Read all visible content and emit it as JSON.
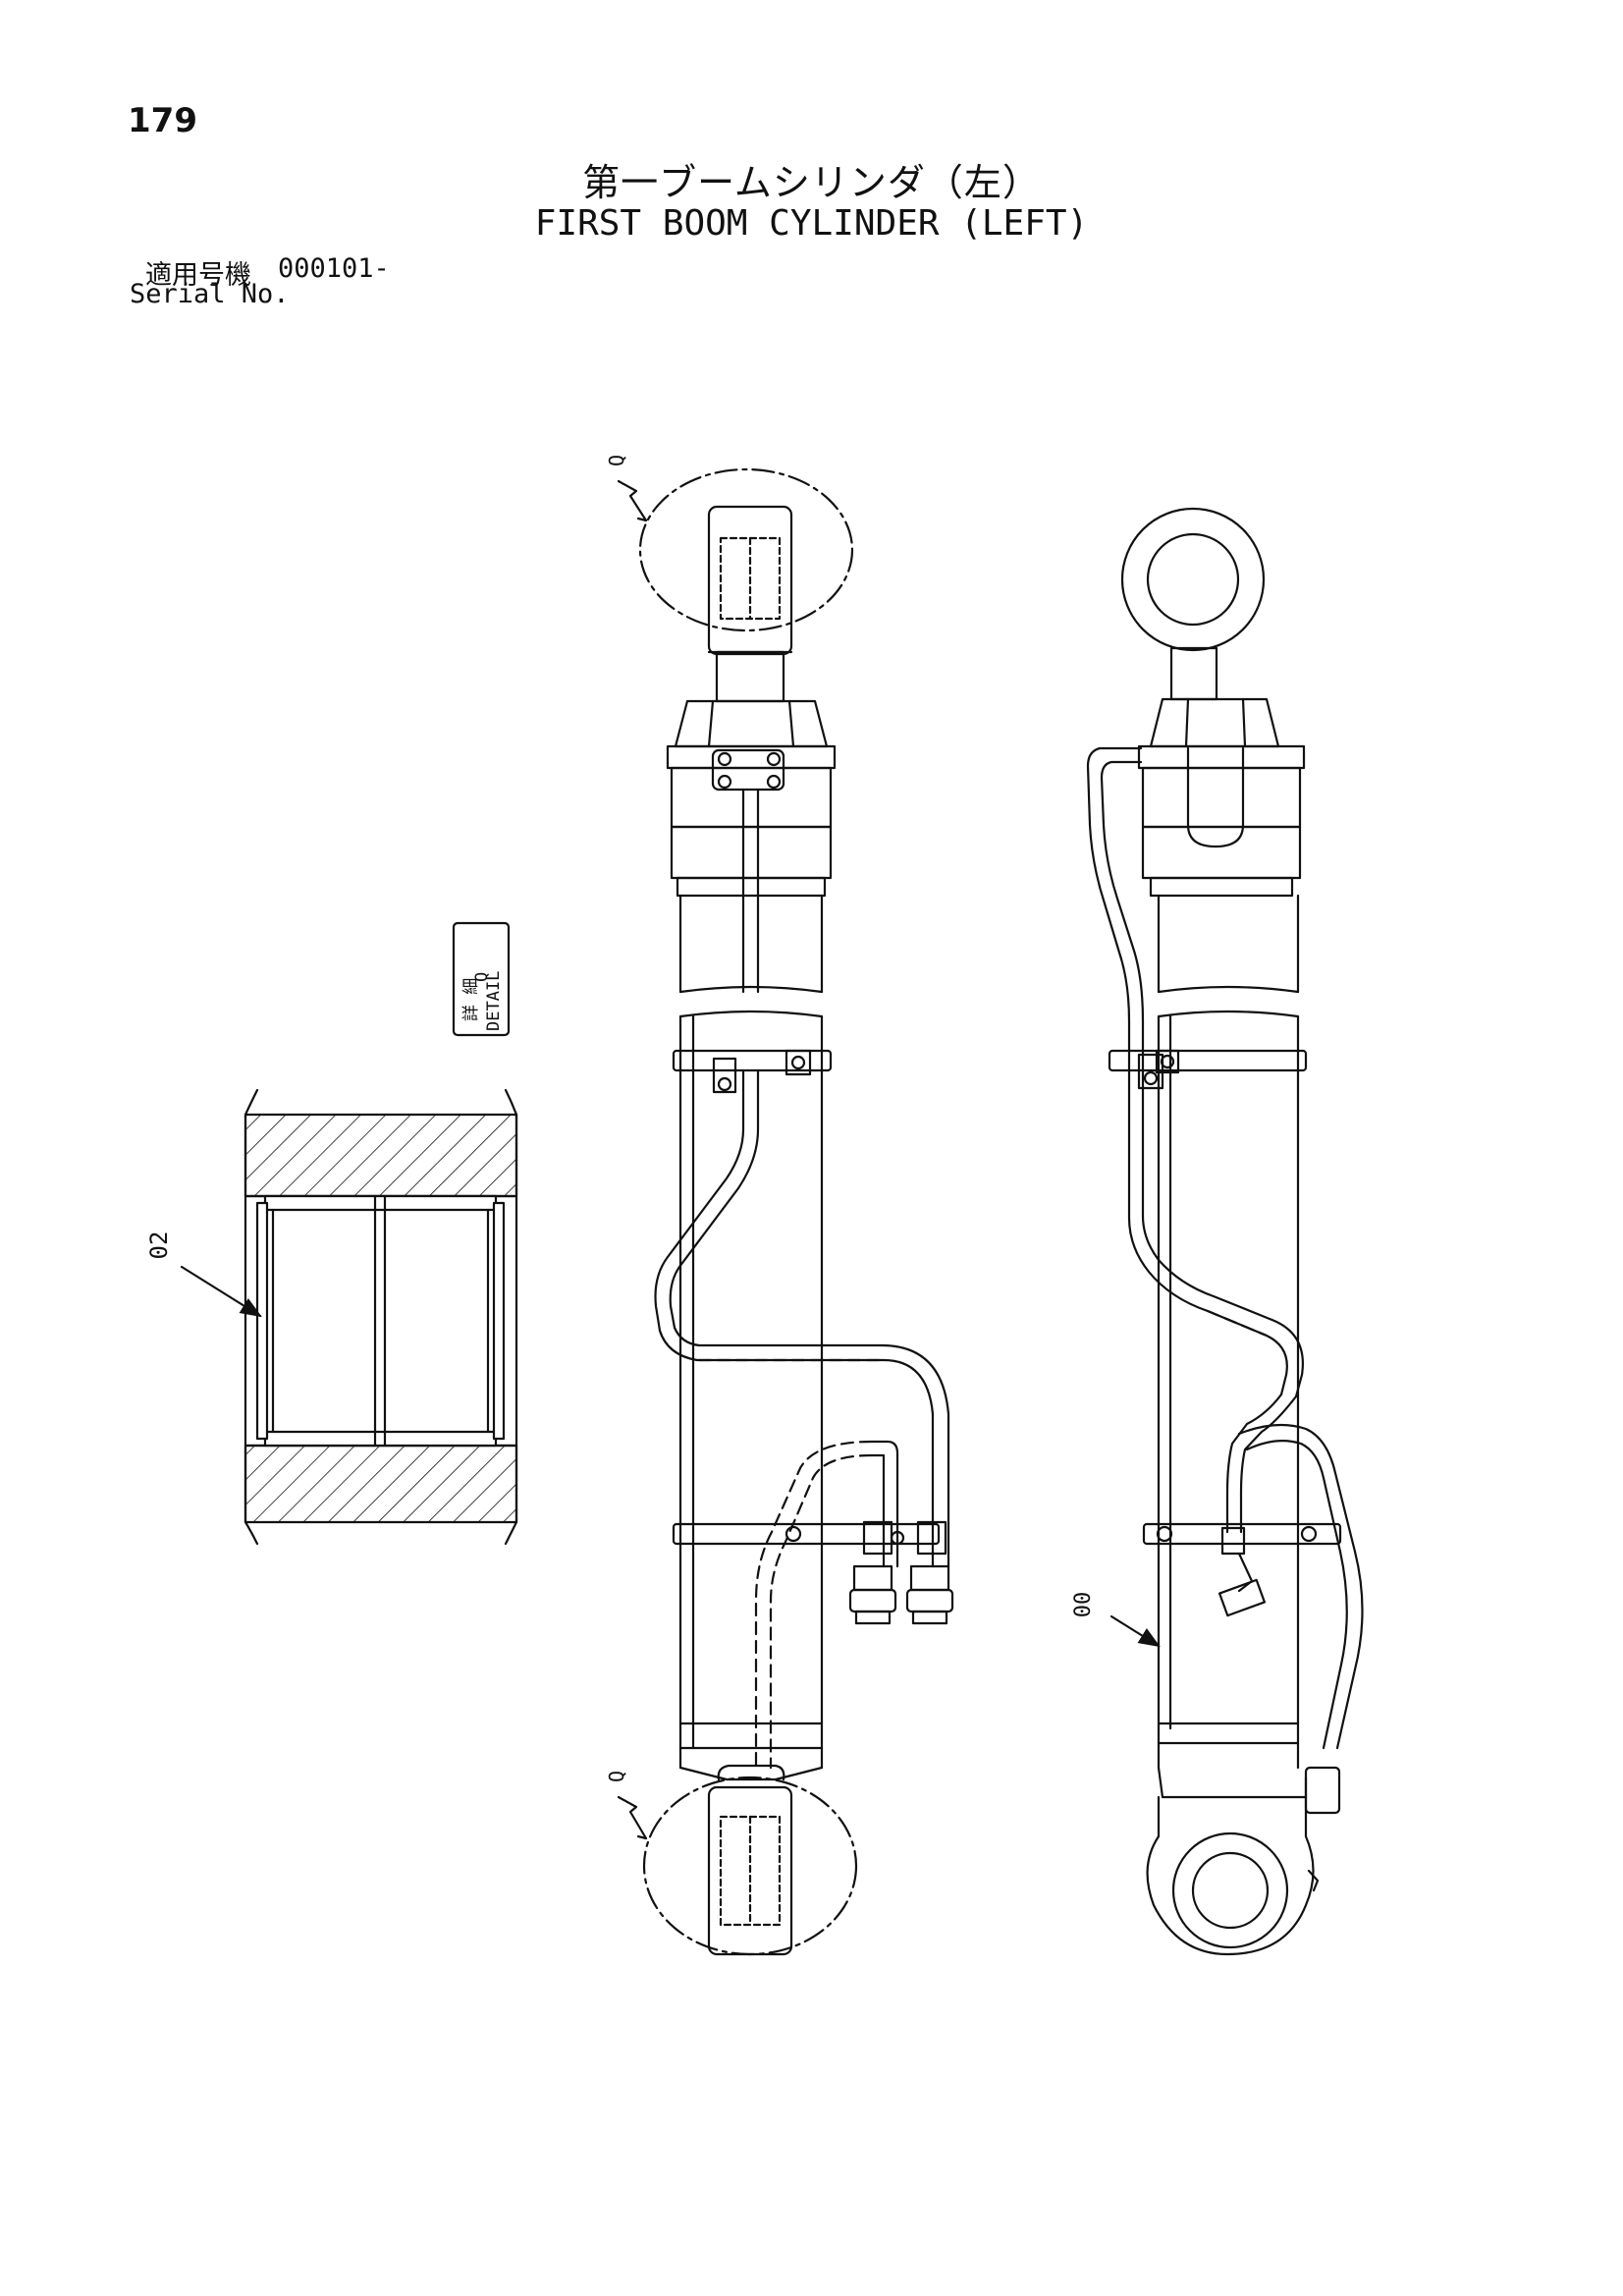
{
  "header": {
    "page_number": "179",
    "title_jp": "第一ブームシリンダ（左）",
    "title_en": "FIRST BOOM CYLINDER (LEFT)",
    "serial_label_jp": "適用号機",
    "serial_value": "000101-",
    "serial_label_en": "Serial No."
  },
  "drawing": {
    "detail_marker_top": "Q",
    "detail_marker_bottom": "Q",
    "detail_box_jp": "詳 細",
    "detail_box_en": "DETAIL",
    "detail_box_letter": "Q",
    "callout_02": "02",
    "callout_00": "00"
  }
}
